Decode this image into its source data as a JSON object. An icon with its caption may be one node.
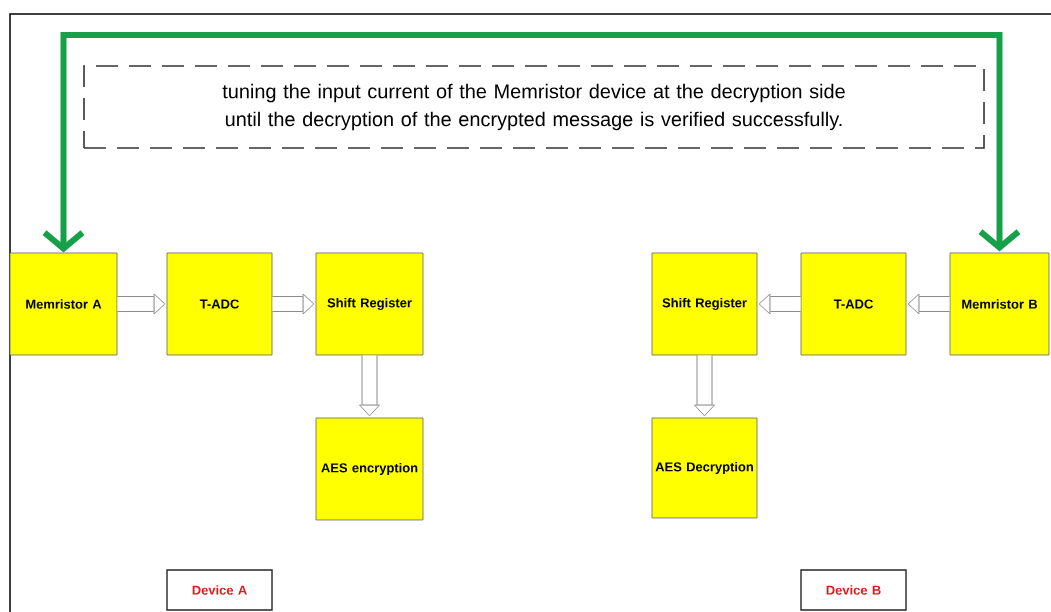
{
  "diagram": {
    "nodes": [
      {
        "text": [
          "tuning the input current of the Memristor device at the decryption side until the decryption of the encrypted message is verified successfully."
        ]
      },
      {
        "text": [
          "Memristor A"
        ]
      },
      {
        "text": [
          "T-ADC"
        ]
      },
      {
        "text": [
          "Shift Register"
        ]
      },
      {
        "text": [
          "AES encryption"
        ]
      },
      {
        "text": [
          "Shift Register"
        ]
      },
      {
        "text": [
          "T-ADC"
        ]
      },
      {
        "text": [
          "Memristor B"
        ]
      },
      {
        "text": [
          "AES Decryption"
        ]
      },
      {
        "text": [
          "Device A"
        ]
      },
      {
        "text": [
          "Device B"
        ]
      }
    ],
    "edges": [
      {
        "from": 1,
        "to": 2,
        "arrow": "to"
      },
      {
        "from": 2,
        "to": 3,
        "arrow": "to"
      },
      {
        "from": 3,
        "to": 4,
        "arrow": "to"
      },
      {
        "from": 7,
        "to": 6,
        "arrow": "to"
      },
      {
        "from": 6,
        "to": 5,
        "arrow": "to"
      },
      {
        "from": 5,
        "to": 8,
        "arrow": "to"
      },
      {
        "from": 1,
        "to": 7,
        "arrow": "both",
        "color": "#16a04a"
      }
    ]
  }
}
